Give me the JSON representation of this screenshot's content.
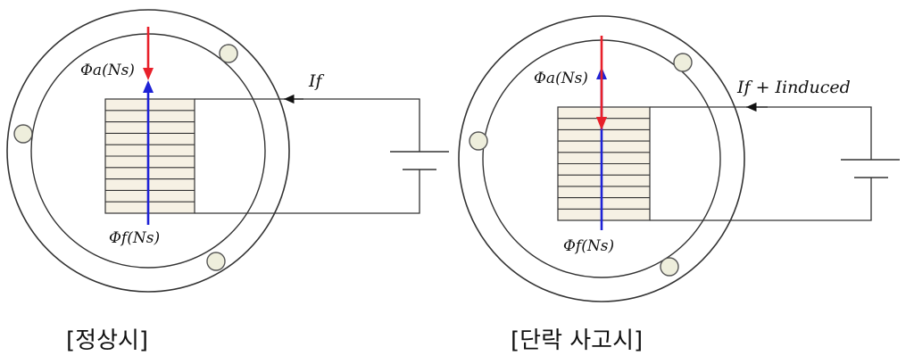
{
  "panels": [
    {
      "phi_a_label": "Φa(Ns)",
      "phi_f_label": "Φf(Ns)",
      "current_label": "If",
      "caption": "[정상시]"
    },
    {
      "phi_a_label": "Φa(Ns)",
      "phi_f_label": "Φf(Ns)",
      "current_label": "If + Iinduced",
      "caption": "[단락 사고시]"
    }
  ],
  "colors": {
    "armature_flux": "#e8202a",
    "field_flux": "#1e22d6",
    "rotor_fill": "#f6f1e4",
    "outline": "#333333"
  }
}
